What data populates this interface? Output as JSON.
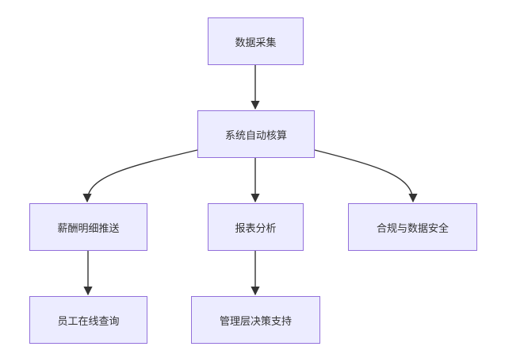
{
  "diagram": {
    "type": "flowchart",
    "nodes": {
      "collect": "数据采集",
      "calc": "系统自动核算",
      "payslip": "薪酬明细推送",
      "report": "报表分析",
      "security": "合规与数据安全",
      "query": "员工在线查询",
      "decision": "管理层决策支持"
    },
    "edges": [
      {
        "from": "collect",
        "to": "calc"
      },
      {
        "from": "calc",
        "to": "payslip"
      },
      {
        "from": "calc",
        "to": "report"
      },
      {
        "from": "calc",
        "to": "security"
      },
      {
        "from": "payslip",
        "to": "query"
      },
      {
        "from": "report",
        "to": "decision"
      }
    ],
    "colors": {
      "node_fill": "#ececff",
      "node_border": "#9370db",
      "edge": "#333333",
      "text": "#333333"
    }
  }
}
